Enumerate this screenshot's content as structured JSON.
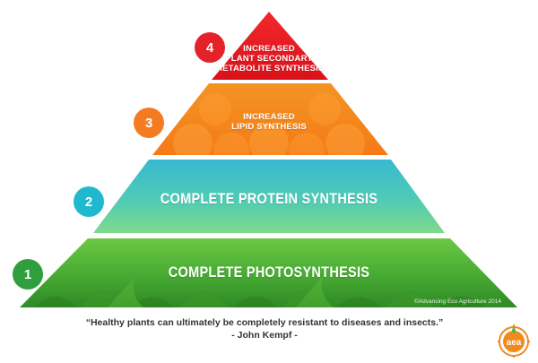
{
  "tiers": [
    {
      "number": "4",
      "line1": "INCREASED",
      "line2": "PLANT SECONDARY",
      "line3": "METABOLITE SYNTHESIS",
      "color": "#e8161d",
      "badge_color": "#e3222a"
    },
    {
      "number": "3",
      "line1": "INCREASED",
      "line2": "LIPID SYNTHESIS",
      "color": "#f7871f",
      "badge_color": "#f47c20"
    },
    {
      "number": "2",
      "line1": "COMPLETE PROTEIN SYNTHESIS",
      "color": "#3cc3c9",
      "badge_color": "#1fb8cf"
    },
    {
      "number": "1",
      "line1": "COMPLETE PHOTOSYNTHESIS",
      "color": "#4cb63f",
      "badge_color": "#2e9f3c"
    }
  ],
  "copyright": "©Advancing Eco Agriculture  2014",
  "quote": "“Healthy plants can ultimately be completely resistant to diseases and insects.”",
  "author": "- John Kempf -",
  "logo_text": "aea",
  "colors": {
    "red": "#e8161d",
    "orange": "#f7871f",
    "teal": "#3cc3c9",
    "green": "#4cb63f",
    "logo_orange": "#f08a1c"
  }
}
